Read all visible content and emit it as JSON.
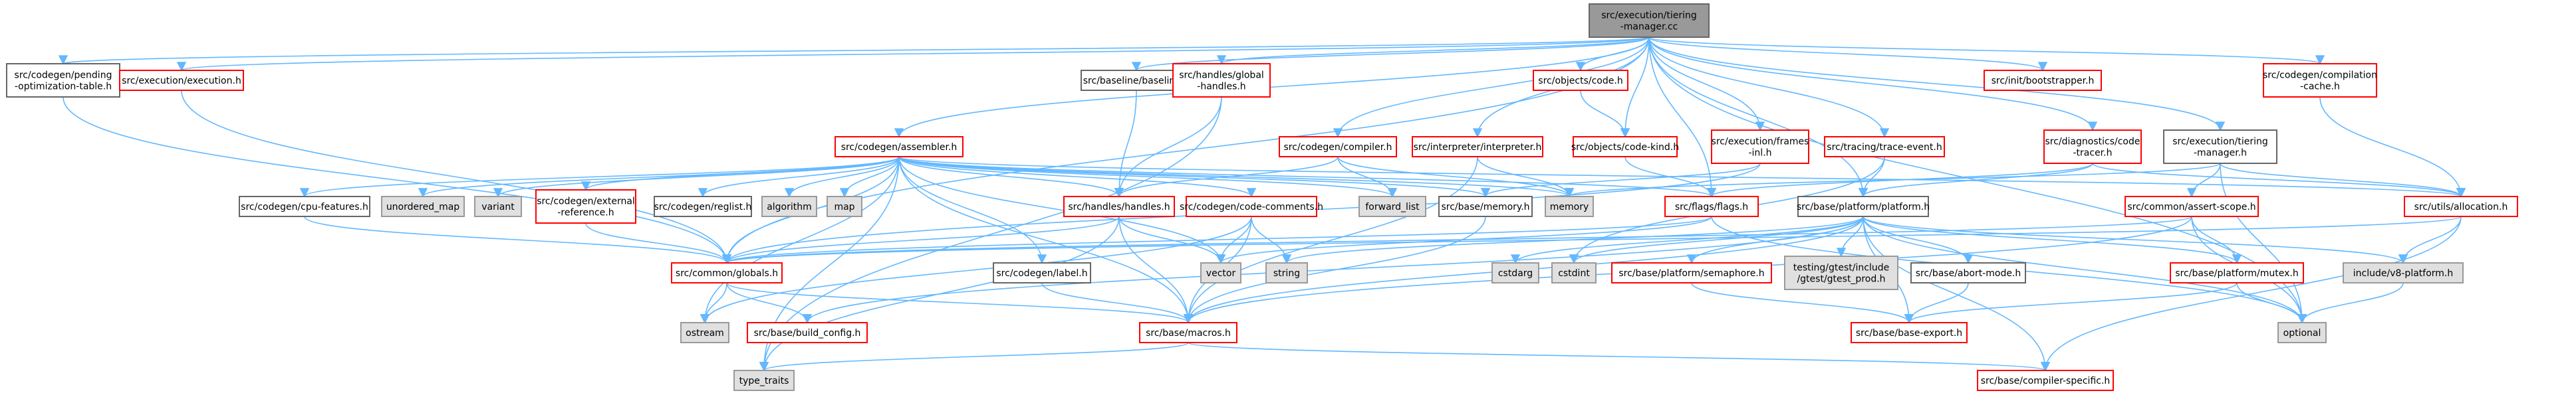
{
  "colors": {
    "root_fill": "#999999",
    "root_border": "#666666",
    "link_border": "#ff0000",
    "file_border": "#666666",
    "system_fill": "#e0e0e0",
    "system_border": "#999999",
    "edge": "#63b8ff"
  },
  "nodes": {
    "root": [
      "src/execution/tiering",
      "-manager.cc"
    ],
    "pending": [
      "src/codegen/pending",
      "-optimization-table.h"
    ],
    "execution": [
      "src/execution/execution.h"
    ],
    "assembler": [
      "src/codegen/assembler.h"
    ],
    "baseline": [
      "src/baseline/baseline.h"
    ],
    "handles_global": [
      "src/handles/global",
      "-handles.h"
    ],
    "compiler": [
      "src/codegen/compiler.h"
    ],
    "interpreter": [
      "src/interpreter/interpreter.h"
    ],
    "objects_code": [
      "src/objects/code.h"
    ],
    "objects_code_kind": [
      "src/objects/code-kind.h"
    ],
    "frames_inl": [
      "src/execution/frames",
      "-inl.h"
    ],
    "trace_event": [
      "src/tracing/trace-event.h"
    ],
    "diagnostics": [
      "src/diagnostics/code",
      "-tracer.h"
    ],
    "tiering_manager_h": [
      "src/execution/tiering",
      "-manager.h"
    ],
    "bootstrapper": [
      "src/init/bootstrapper.h"
    ],
    "compilation_cache": [
      "src/codegen/compilation",
      "-cache.h"
    ],
    "cpu_features": [
      "src/codegen/cpu-features.h"
    ],
    "unordered_map": [
      "unordered_map"
    ],
    "variant": [
      "variant"
    ],
    "external_reference": [
      "src/codegen/external",
      "-reference.h"
    ],
    "reglist": [
      "src/codegen/reglist.h"
    ],
    "algorithm": [
      "algorithm"
    ],
    "map": [
      "map"
    ],
    "handles_h": [
      "src/handles/handles.h"
    ],
    "code_comments": [
      "src/codegen/code-comments.h"
    ],
    "forward_list": [
      "forward_list"
    ],
    "memory_h": [
      "src/base/memory.h"
    ],
    "memory": [
      "memory"
    ],
    "flags": [
      "src/flags/flags.h"
    ],
    "platform": [
      "src/base/platform/platform.h"
    ],
    "assert_scope": [
      "src/common/assert-scope.h"
    ],
    "allocation": [
      "src/utils/allocation.h"
    ],
    "globals": [
      "src/common/globals.h"
    ],
    "label": [
      "src/codegen/label.h"
    ],
    "vector": [
      "vector"
    ],
    "string": [
      "string"
    ],
    "cstdarg": [
      "cstdarg"
    ],
    "cstdint": [
      "cstdint"
    ],
    "semaphore": [
      "src/base/platform/semaphore.h"
    ],
    "gtest_prod": [
      "testing/gtest/include",
      "/gtest/gtest_prod.h"
    ],
    "abort_mode": [
      "src/base/abort-mode.h"
    ],
    "mutex": [
      "src/base/platform/mutex.h"
    ],
    "v8_platform": [
      "include/v8-platform.h"
    ],
    "ostream": [
      "ostream"
    ],
    "build_config": [
      "src/base/build_config.h"
    ],
    "macros": [
      "src/base/macros.h"
    ],
    "base_export": [
      "src/base/base-export.h"
    ],
    "optional": [
      "optional"
    ],
    "type_traits": [
      "type_traits"
    ],
    "compiler_specific": [
      "src/base/compiler-specific.h"
    ]
  }
}
